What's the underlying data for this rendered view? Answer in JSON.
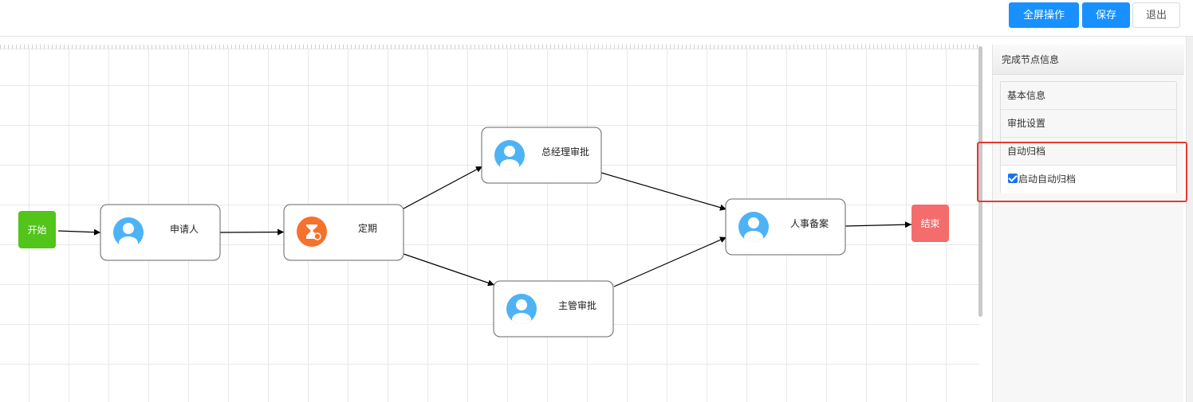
{
  "toolbar": {
    "fullscreen_label": "全屏操作",
    "save_label": "保存",
    "exit_label": "退出"
  },
  "flow": {
    "start": {
      "label": "开始",
      "color": "#52c41a"
    },
    "end": {
      "label": "结束",
      "color": "#f56c6c"
    },
    "tasks": [
      {
        "id": "applicant",
        "label": "申请人",
        "icon": "user-avatar-icon"
      },
      {
        "id": "scheduled",
        "label": "定期",
        "icon": "hourglass-icon"
      },
      {
        "id": "gm-approval",
        "label": "总经理审批",
        "icon": "user-avatar-icon"
      },
      {
        "id": "supervisor-approval",
        "label": "主管审批",
        "icon": "user-avatar-icon"
      },
      {
        "id": "hr-record",
        "label": "人事备案",
        "icon": "user-avatar-icon"
      }
    ],
    "colors": {
      "user_icon": "#4db3f5",
      "timer_icon": "#f5712c",
      "edge": "#000000"
    }
  },
  "panel": {
    "title": "完成节点信息",
    "sections": [
      "基本信息",
      "审批设置",
      "自动归档"
    ],
    "auto_archive": {
      "label": "启动自动归档",
      "checked": true
    }
  }
}
